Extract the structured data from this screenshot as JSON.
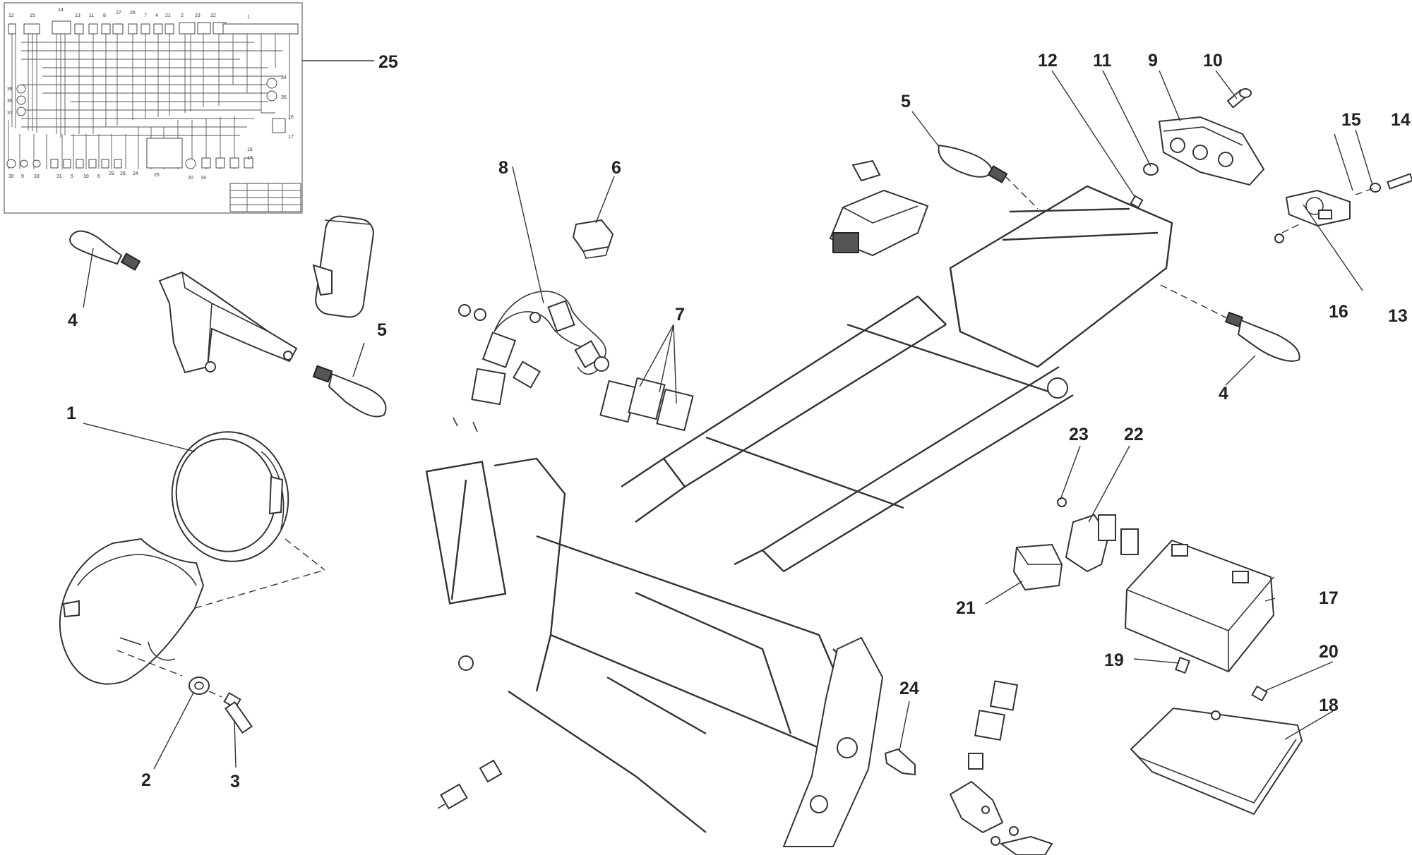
{
  "callouts": [
    {
      "id": "1",
      "label": "1"
    },
    {
      "id": "2",
      "label": "2"
    },
    {
      "id": "3",
      "label": "3"
    },
    {
      "id": "4a",
      "label": "4"
    },
    {
      "id": "4b",
      "label": "4"
    },
    {
      "id": "5a",
      "label": "5"
    },
    {
      "id": "5b",
      "label": "5"
    },
    {
      "id": "6",
      "label": "6"
    },
    {
      "id": "7",
      "label": "7"
    },
    {
      "id": "8",
      "label": "8"
    },
    {
      "id": "9",
      "label": "9"
    },
    {
      "id": "10",
      "label": "10"
    },
    {
      "id": "11",
      "label": "11"
    },
    {
      "id": "12",
      "label": "12"
    },
    {
      "id": "13",
      "label": "13"
    },
    {
      "id": "14",
      "label": "14"
    },
    {
      "id": "15",
      "label": "15"
    },
    {
      "id": "16",
      "label": "16"
    },
    {
      "id": "17",
      "label": "17"
    },
    {
      "id": "18",
      "label": "18"
    },
    {
      "id": "19",
      "label": "19"
    },
    {
      "id": "20",
      "label": "20"
    },
    {
      "id": "21",
      "label": "21"
    },
    {
      "id": "22",
      "label": "22"
    },
    {
      "id": "23",
      "label": "23"
    },
    {
      "id": "24",
      "label": "24"
    },
    {
      "id": "25",
      "label": "25"
    }
  ],
  "wiring_diagram": {
    "top_labels": [
      "12",
      "15",
      "14",
      "13",
      "11",
      "8",
      "27",
      "26",
      "7",
      "4",
      "21",
      "2",
      "23",
      "22",
      "1"
    ],
    "bottom_labels": [
      "30",
      "9",
      "33",
      "31",
      "5",
      "10",
      "6",
      "29",
      "28",
      "24",
      "25",
      "20",
      "19",
      "16",
      "17"
    ],
    "right_labels": [
      "34",
      "35",
      "16",
      "17"
    ],
    "left_labels": [
      "38",
      "36",
      "37"
    ]
  }
}
